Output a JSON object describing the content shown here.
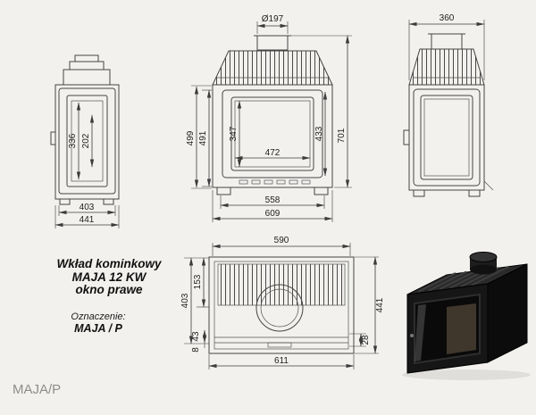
{
  "page": {
    "background": "#f2f1ee",
    "ink": "#454545",
    "caption": "MAJA/P",
    "caption_color": "#8d8d8b"
  },
  "title_block": {
    "line1": "Wkład kominkowy",
    "line2": "MAJA 12 KW",
    "line3": "okno prawe",
    "designation_label": "Oznaczenie:",
    "designation_value": "MAJA / P"
  },
  "dims": {
    "front": {
      "flue_diameter": "Ø197",
      "height_outer": "499",
      "height_inner": "491",
      "glass_height": "347",
      "glass_width": "472",
      "window_height": "433",
      "total_height": "701",
      "width_inner": "558",
      "width_total": "609"
    },
    "left": {
      "frame_height": "336",
      "glass_height": "202",
      "depth_inner": "403",
      "depth_total": "441"
    },
    "right": {
      "depth_top": "360"
    },
    "top": {
      "width_top": "590",
      "flue_offset": "153",
      "depth_inner": "403",
      "lip_a": "43",
      "lip_b": "8",
      "front_lip": "28",
      "depth_total": "441",
      "width_bottom": "611"
    }
  }
}
